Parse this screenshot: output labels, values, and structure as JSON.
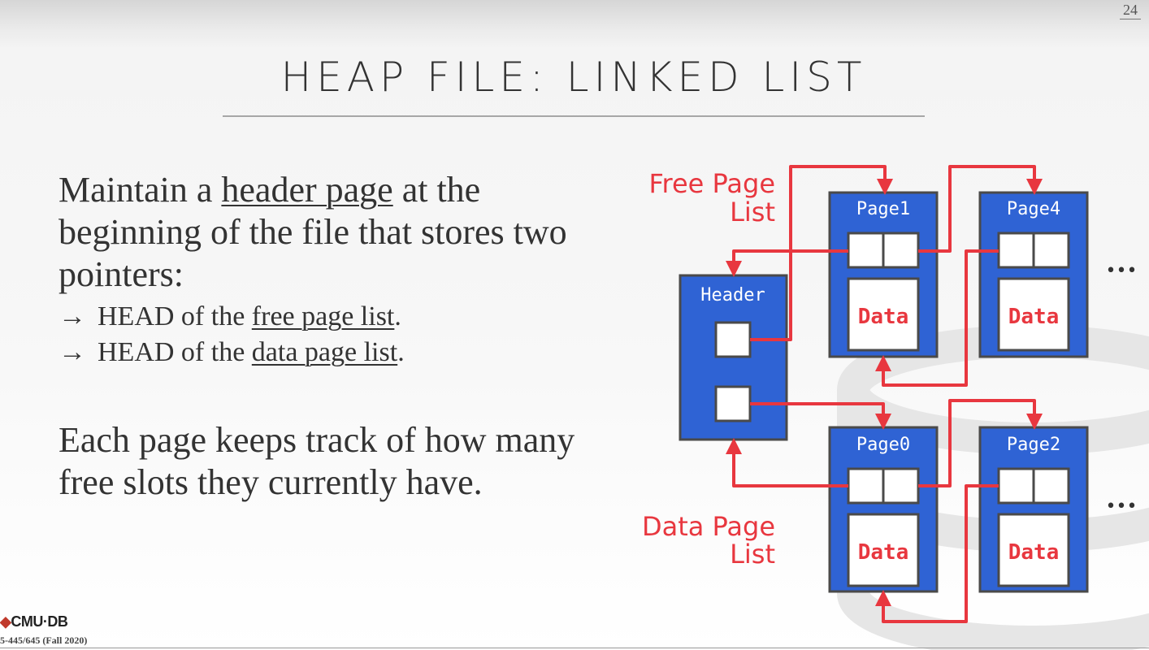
{
  "slide": {
    "page_number": "24",
    "title": "HEAP FILE: LINKED LIST",
    "para1": {
      "before": "Maintain a ",
      "link": "header page",
      "after": " at the beginning of the file that stores two pointers:"
    },
    "bullets": [
      {
        "arrow": "→",
        "before": "HEAD of the ",
        "link": "free page list",
        "after": "."
      },
      {
        "arrow": "→",
        "before": "HEAD of the ",
        "link": "data page list",
        "after": "."
      }
    ],
    "para2": "Each page keeps track of how many free slots they currently have.",
    "footer": {
      "logo": "CMU·DB",
      "course": "5-445/645 (Fall 2020)"
    }
  },
  "diagram": {
    "free_list_label": [
      "Free Page",
      "List"
    ],
    "data_list_label": [
      "Data Page",
      "List"
    ],
    "header_label": "Header",
    "pages": [
      {
        "name": "Page1",
        "data": "Data"
      },
      {
        "name": "Page4",
        "data": "Data"
      },
      {
        "name": "Page0",
        "data": "Data"
      },
      {
        "name": "Page2",
        "data": "Data"
      }
    ],
    "ellipsis": "•••",
    "colors": {
      "page_fill": "#2f63d4",
      "page_border": "#4a4a4a",
      "arrow": "#e8373f",
      "data_text": "#e8373f"
    }
  }
}
